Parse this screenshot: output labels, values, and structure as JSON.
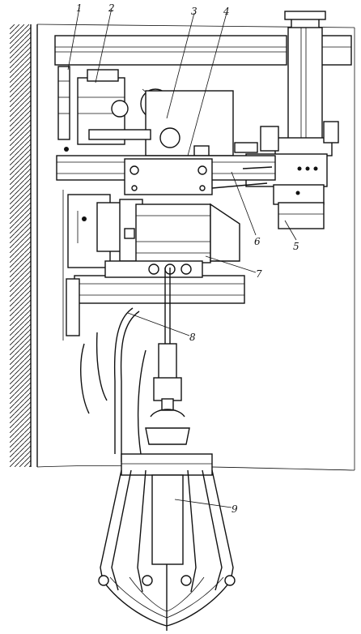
{
  "diagram": {
    "callouts": [
      {
        "id": "1",
        "text": "1"
      },
      {
        "id": "2",
        "text": "2"
      },
      {
        "id": "3",
        "text": "3"
      },
      {
        "id": "4",
        "text": "4"
      },
      {
        "id": "5",
        "text": "5"
      },
      {
        "id": "6",
        "text": "6"
      },
      {
        "id": "7",
        "text": "7"
      },
      {
        "id": "8",
        "text": "8"
      },
      {
        "id": "9",
        "text": "9"
      }
    ],
    "colors": {
      "ink": "#111111",
      "paper": "#ffffff"
    }
  }
}
